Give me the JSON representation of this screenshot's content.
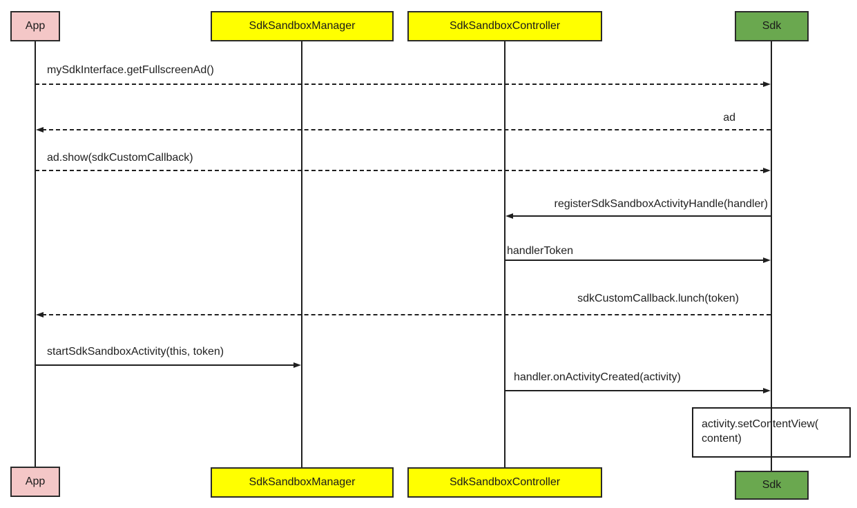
{
  "diagram": {
    "type": "uml-sequence-diagram",
    "background_color": "#ffffff",
    "line_color": "#1f1f1f",
    "border_color": "#2a2a2a"
  },
  "participants": [
    {
      "id": "app",
      "label": "App",
      "fill": "#f4c7c7"
    },
    {
      "id": "sdk-sandbox-manager",
      "label": "SdkSandboxManager",
      "fill": "#ffff00"
    },
    {
      "id": "sdk-sandbox-controller",
      "label": "SdkSandboxController",
      "fill": "#ffff00"
    },
    {
      "id": "sdk",
      "label": "Sdk",
      "fill": "#6aa84f"
    }
  ],
  "messages": [
    {
      "label": "mySdkInterface.getFullscreenAd()",
      "from": "App",
      "to": "Sdk",
      "style": "dashed"
    },
    {
      "label": "ad",
      "from": "Sdk",
      "to": "App",
      "style": "dashed"
    },
    {
      "label": "ad.show(sdkCustomCallback)",
      "from": "App",
      "to": "Sdk",
      "style": "dashed"
    },
    {
      "label": "registerSdkSandboxActivityHandle(handler)",
      "from": "Sdk",
      "to": "SdkSandboxController",
      "style": "solid"
    },
    {
      "label": "handlerToken",
      "from": "SdkSandboxController",
      "to": "Sdk",
      "style": "solid"
    },
    {
      "label": "sdkCustomCallback.lunch(token)",
      "from": "Sdk",
      "to": "App",
      "style": "dashed"
    },
    {
      "label": "startSdkSandboxActivity(this, token)",
      "from": "App",
      "to": "SdkSandboxManager",
      "style": "solid"
    },
    {
      "label": "handler.onActivityCreated(activity)",
      "from": "SdkSandboxController",
      "to": "Sdk",
      "style": "solid"
    }
  ],
  "note": {
    "line1": "activity.setContentView(",
    "line2": "content)"
  }
}
